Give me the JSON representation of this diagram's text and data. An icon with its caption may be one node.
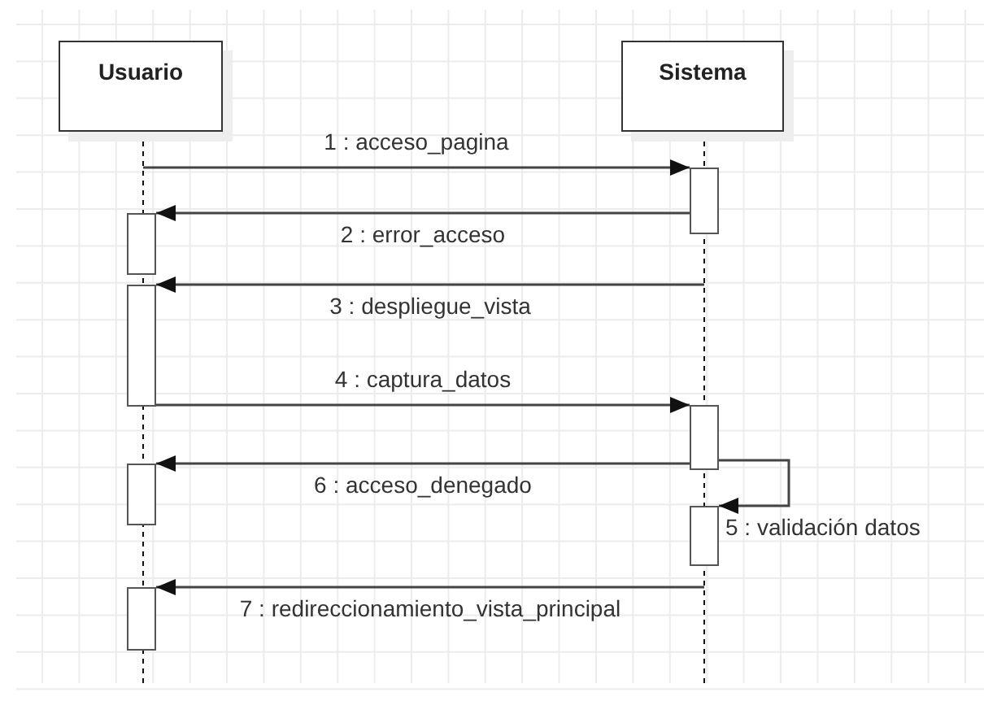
{
  "diagram": {
    "nodes": [
      {
        "text": [
          "Usuario"
        ]
      },
      {
        "text": [
          "Sistema"
        ]
      },
      {
        "text": [],
        "shape": "bar"
      },
      {
        "text": [],
        "shape": "bar"
      },
      {
        "text": [],
        "shape": "bar"
      },
      {
        "text": [],
        "shape": "bar"
      },
      {
        "text": [],
        "shape": "bar"
      },
      {
        "text": [],
        "shape": "bar"
      },
      {
        "text": [],
        "shape": "bar"
      }
    ],
    "edges": [
      {
        "from": null,
        "to": 2,
        "arrow": "to",
        "label": "1 : acceso_pagina"
      },
      {
        "from": 2,
        "to": 3,
        "arrow": "to",
        "label": "2 : error_acceso"
      },
      {
        "from": null,
        "to": 4,
        "arrow": "to",
        "label": "3 : despliegue_vista"
      },
      {
        "from": 4,
        "to": 5,
        "arrow": "to",
        "label": "4 : captura_datos"
      },
      {
        "from": 5,
        "to": 7,
        "arrow": "to",
        "label": "5 : validación datos"
      },
      {
        "from": 5,
        "to": 6,
        "arrow": "to",
        "label": "6 : acceso_denegado"
      },
      {
        "from": null,
        "to": 8,
        "arrow": "to",
        "label": "7 : redireccionamiento_vista_principal"
      }
    ]
  }
}
